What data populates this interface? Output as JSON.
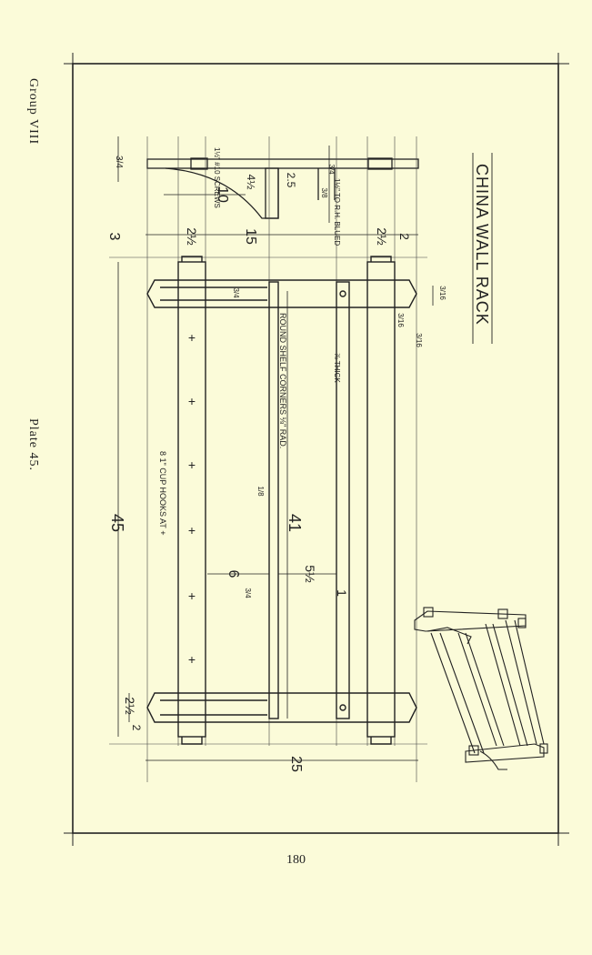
{
  "header": {
    "group_label": "Group VIII",
    "plate_label": "Plate 45."
  },
  "page_number": "180",
  "drawing": {
    "title": "CHINA WALL RACK",
    "notes": {
      "screws": "1½\" #10 SCREWS",
      "glued": "1½\" TO R.H. BLUED",
      "thick": "⅞ THICK",
      "corners": "ROUND SHELF CORNERS ⅛\" RAD.",
      "cup_hooks": "8 1\" CUP HOOKS AT +"
    },
    "dimensions": {
      "d_3_4_top": "3/4",
      "d_10": "10",
      "d_4_half": "4½",
      "d_2_5": "2.5",
      "d_3_4_b": "3/4",
      "d_3_8": "3/8",
      "d_3": "3",
      "d_2_half_a": "2½",
      "d_15": "15",
      "d_2_half_b": "2½",
      "d_2": "2",
      "d_3_4_c": "3/4",
      "d_3_16_a": "3/16",
      "d_3_16_b": "3/16",
      "d_3_16_c": "3/16",
      "d_1_8": "1/8",
      "d_45": "45",
      "d_41": "41",
      "d_6": "6",
      "d_5_half": "5½",
      "d_3_4_d": "3/4",
      "d_1": "1",
      "d_2_half_c": "2½",
      "d_2_b": "2",
      "d_25": "25"
    }
  }
}
